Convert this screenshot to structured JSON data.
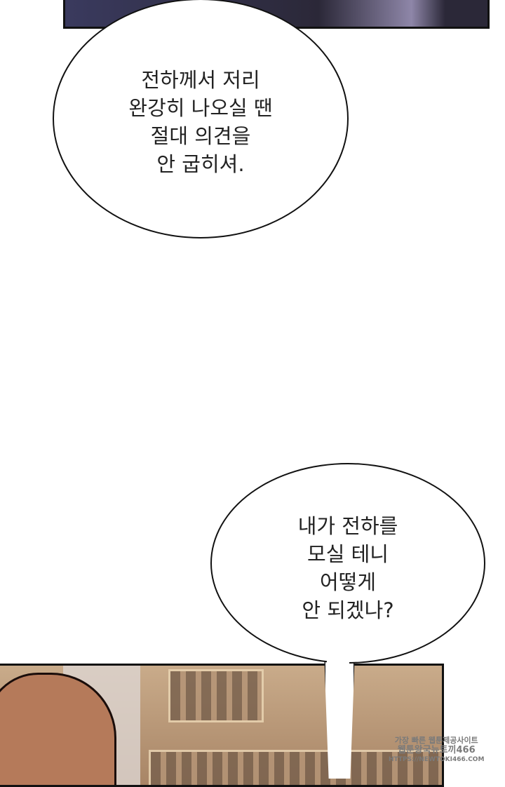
{
  "bubble1": {
    "lines": [
      "전하께서 저리",
      "완강히 나오실 땐",
      "절대 의견을",
      "안 굽히셔."
    ]
  },
  "bubble2": {
    "lines": [
      "내가 전하를",
      "모실 테니",
      "어떻게",
      "안 되겠나?"
    ]
  },
  "watermark": {
    "line1": "가장 빠른 웹툰제공사이트",
    "line2": "웹툰왕국뉴토끼466",
    "line3": "HTTPS://NEWTOKI466.COM"
  }
}
